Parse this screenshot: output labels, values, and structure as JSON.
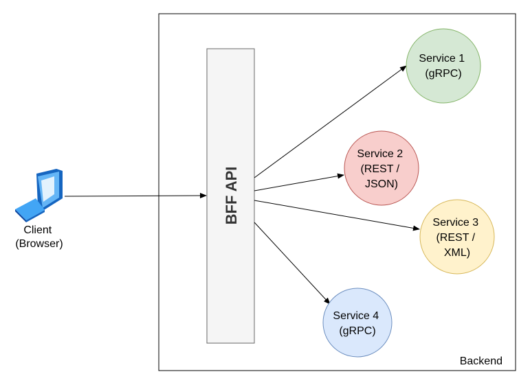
{
  "client": {
    "line1": "Client",
    "line2": "(Browser)",
    "icon": "laptop-icon"
  },
  "bff": {
    "label": "BFF API"
  },
  "backend": {
    "label": "Backend"
  },
  "services": [
    {
      "lines": [
        "Service 1",
        "(gRPC)"
      ],
      "fill": "#d5e8d4",
      "stroke": "#82b366"
    },
    {
      "lines": [
        "Service 2",
        "(REST /",
        "JSON)"
      ],
      "fill": "#f8cecc",
      "stroke": "#b85450"
    },
    {
      "lines": [
        "Service 3",
        "(REST /",
        "XML)"
      ],
      "fill": "#fff2cc",
      "stroke": "#d6b656"
    },
    {
      "lines": [
        "Service 4",
        "(gRPC)"
      ],
      "fill": "#dae8fc",
      "stroke": "#6c8ebf"
    }
  ],
  "colors": {
    "bff_fill": "#f5f5f5",
    "bff_stroke": "#666666",
    "line": "#000000"
  }
}
